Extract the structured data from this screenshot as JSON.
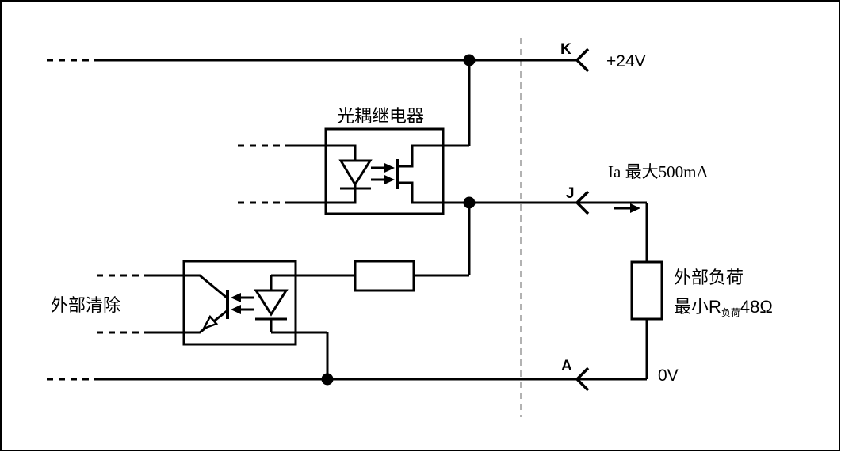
{
  "diagram": {
    "type": "circuit-schematic",
    "colors": {
      "line": "#000000",
      "separator_dashed_line": "#999999",
      "background": "#ffffff"
    }
  },
  "labels": {
    "opto_relay": "光耦继电器",
    "external_clear": "外部清除",
    "terminal_k": "K",
    "supply_24v": "+24V",
    "terminal_j": "J",
    "current_note": "Ia 最大500mA",
    "terminal_a": "A",
    "supply_0v": "0V",
    "load_title": "外部负荷",
    "load_min_prefix": "最小R",
    "load_min_sub": "负荷",
    "load_min_value": "48Ω"
  }
}
